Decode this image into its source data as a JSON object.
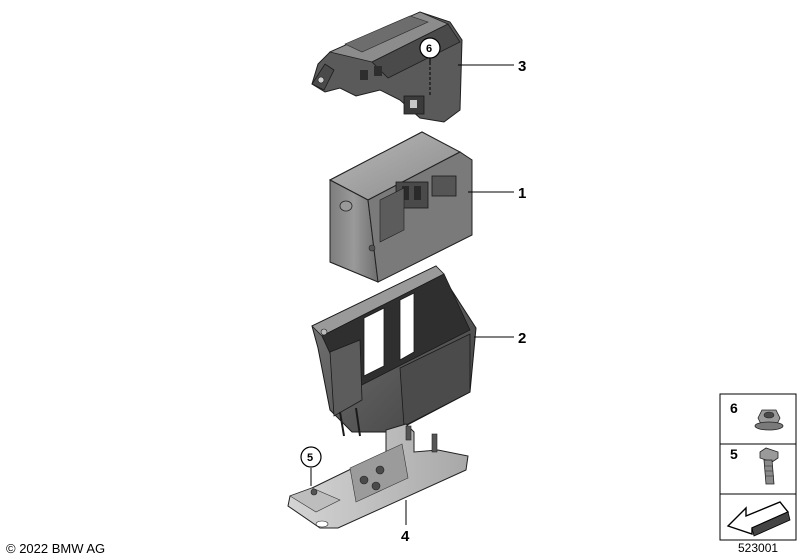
{
  "callouts": {
    "part1": "1",
    "part2": "2",
    "part3": "3",
    "part4": "4",
    "part5": "5",
    "part6": "6"
  },
  "legend": {
    "item6": "6",
    "item5": "5"
  },
  "footer": {
    "copyright": "© 2022 BMW AG",
    "diagram_code": "523001"
  }
}
